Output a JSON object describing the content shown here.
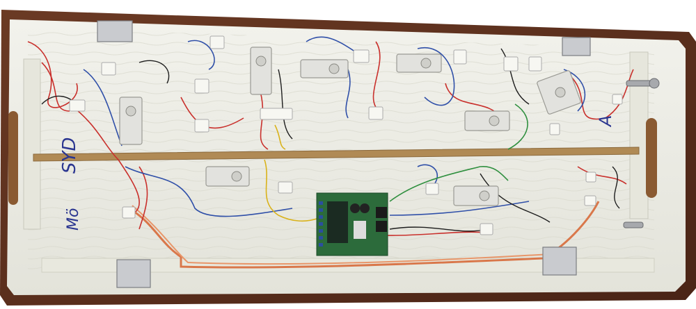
{
  "photo": {
    "labels": {
      "upper_left": "SYD",
      "lower_left": "Mö",
      "right": "A"
    },
    "colors": {
      "frame_wood": "#5a2e1c",
      "board": "#eeeee6",
      "wire_red": "#c9302c",
      "wire_blue": "#2f4fa8",
      "wire_black": "#1d1d1d",
      "wire_green": "#2e8f3e",
      "wire_yellow": "#d9b21a",
      "wire_copper": "#d9774a",
      "pcb_green": "#2c6b3b",
      "batten": "#b08a55"
    },
    "icons": [
      "point-motor",
      "terminal-block",
      "mounting-bracket",
      "circuit-board",
      "bolt"
    ]
  }
}
